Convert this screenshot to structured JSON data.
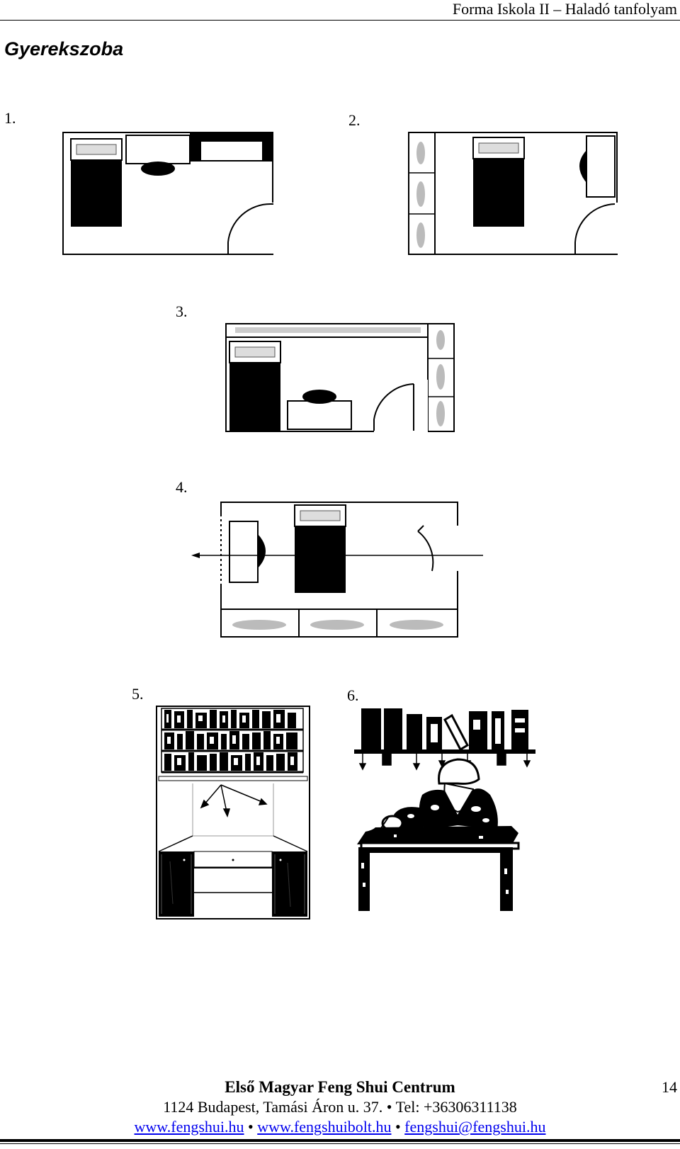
{
  "header": {
    "title": "Forma Iskola II – Haladó tanfolyam"
  },
  "section": {
    "title": "Gyerekszoba"
  },
  "figures": {
    "fig1": "1.",
    "fig2": "2.",
    "fig3": "3.",
    "fig4": "4.",
    "fig5": "5.",
    "fig6": "6."
  },
  "footer": {
    "org": "Első Magyar Feng Shui Centrum",
    "address": "1124 Budapest, Tamási Áron u. 37. • Tel: +36306311138",
    "link1": "www.fengshui.hu",
    "sep1": " • ",
    "link2": "www.fengshuibolt.hu",
    "sep2": " • ",
    "link3": "fengshui@fengshui.hu",
    "page_number": "14"
  }
}
